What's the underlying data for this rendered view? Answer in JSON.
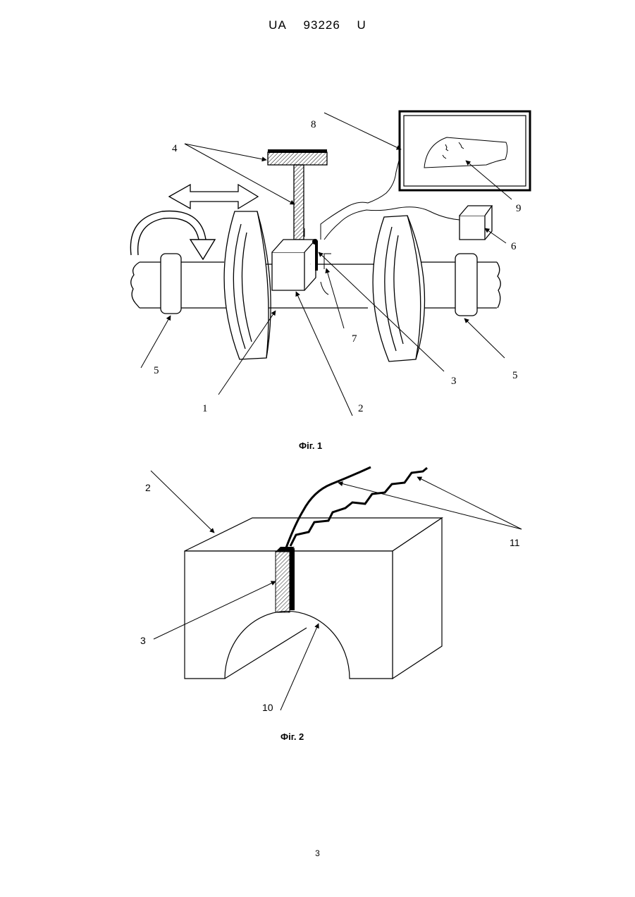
{
  "header": {
    "country": "UA",
    "number": "93226",
    "kind": "U"
  },
  "figure1": {
    "caption": "Фіг. 1",
    "labels": {
      "l1": "1",
      "l2": "2",
      "l3": "3",
      "l4": "4",
      "l5a": "5",
      "l5b": "5",
      "l6": "6",
      "l7": "7",
      "l8": "8",
      "l9": "9"
    }
  },
  "figure2": {
    "caption": "Фіг. 2",
    "labels": {
      "l2": "2",
      "l3": "3",
      "l10": "10",
      "l11": "11"
    }
  },
  "page_number": "3"
}
